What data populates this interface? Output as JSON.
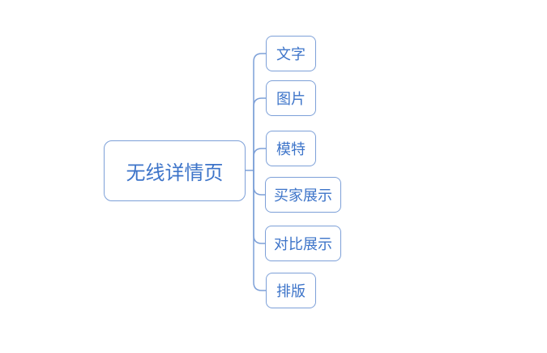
{
  "mindmap": {
    "root": {
      "label": "无线详情页"
    },
    "children": [
      {
        "label": "文字"
      },
      {
        "label": "图片"
      },
      {
        "label": "模特"
      },
      {
        "label": "买家展示"
      },
      {
        "label": "对比展示"
      },
      {
        "label": "排版"
      }
    ]
  },
  "colors": {
    "background": "#ffffff",
    "node_border": "#7da0d8",
    "node_text": "#3d74c9",
    "connector": "#7da0d8"
  }
}
